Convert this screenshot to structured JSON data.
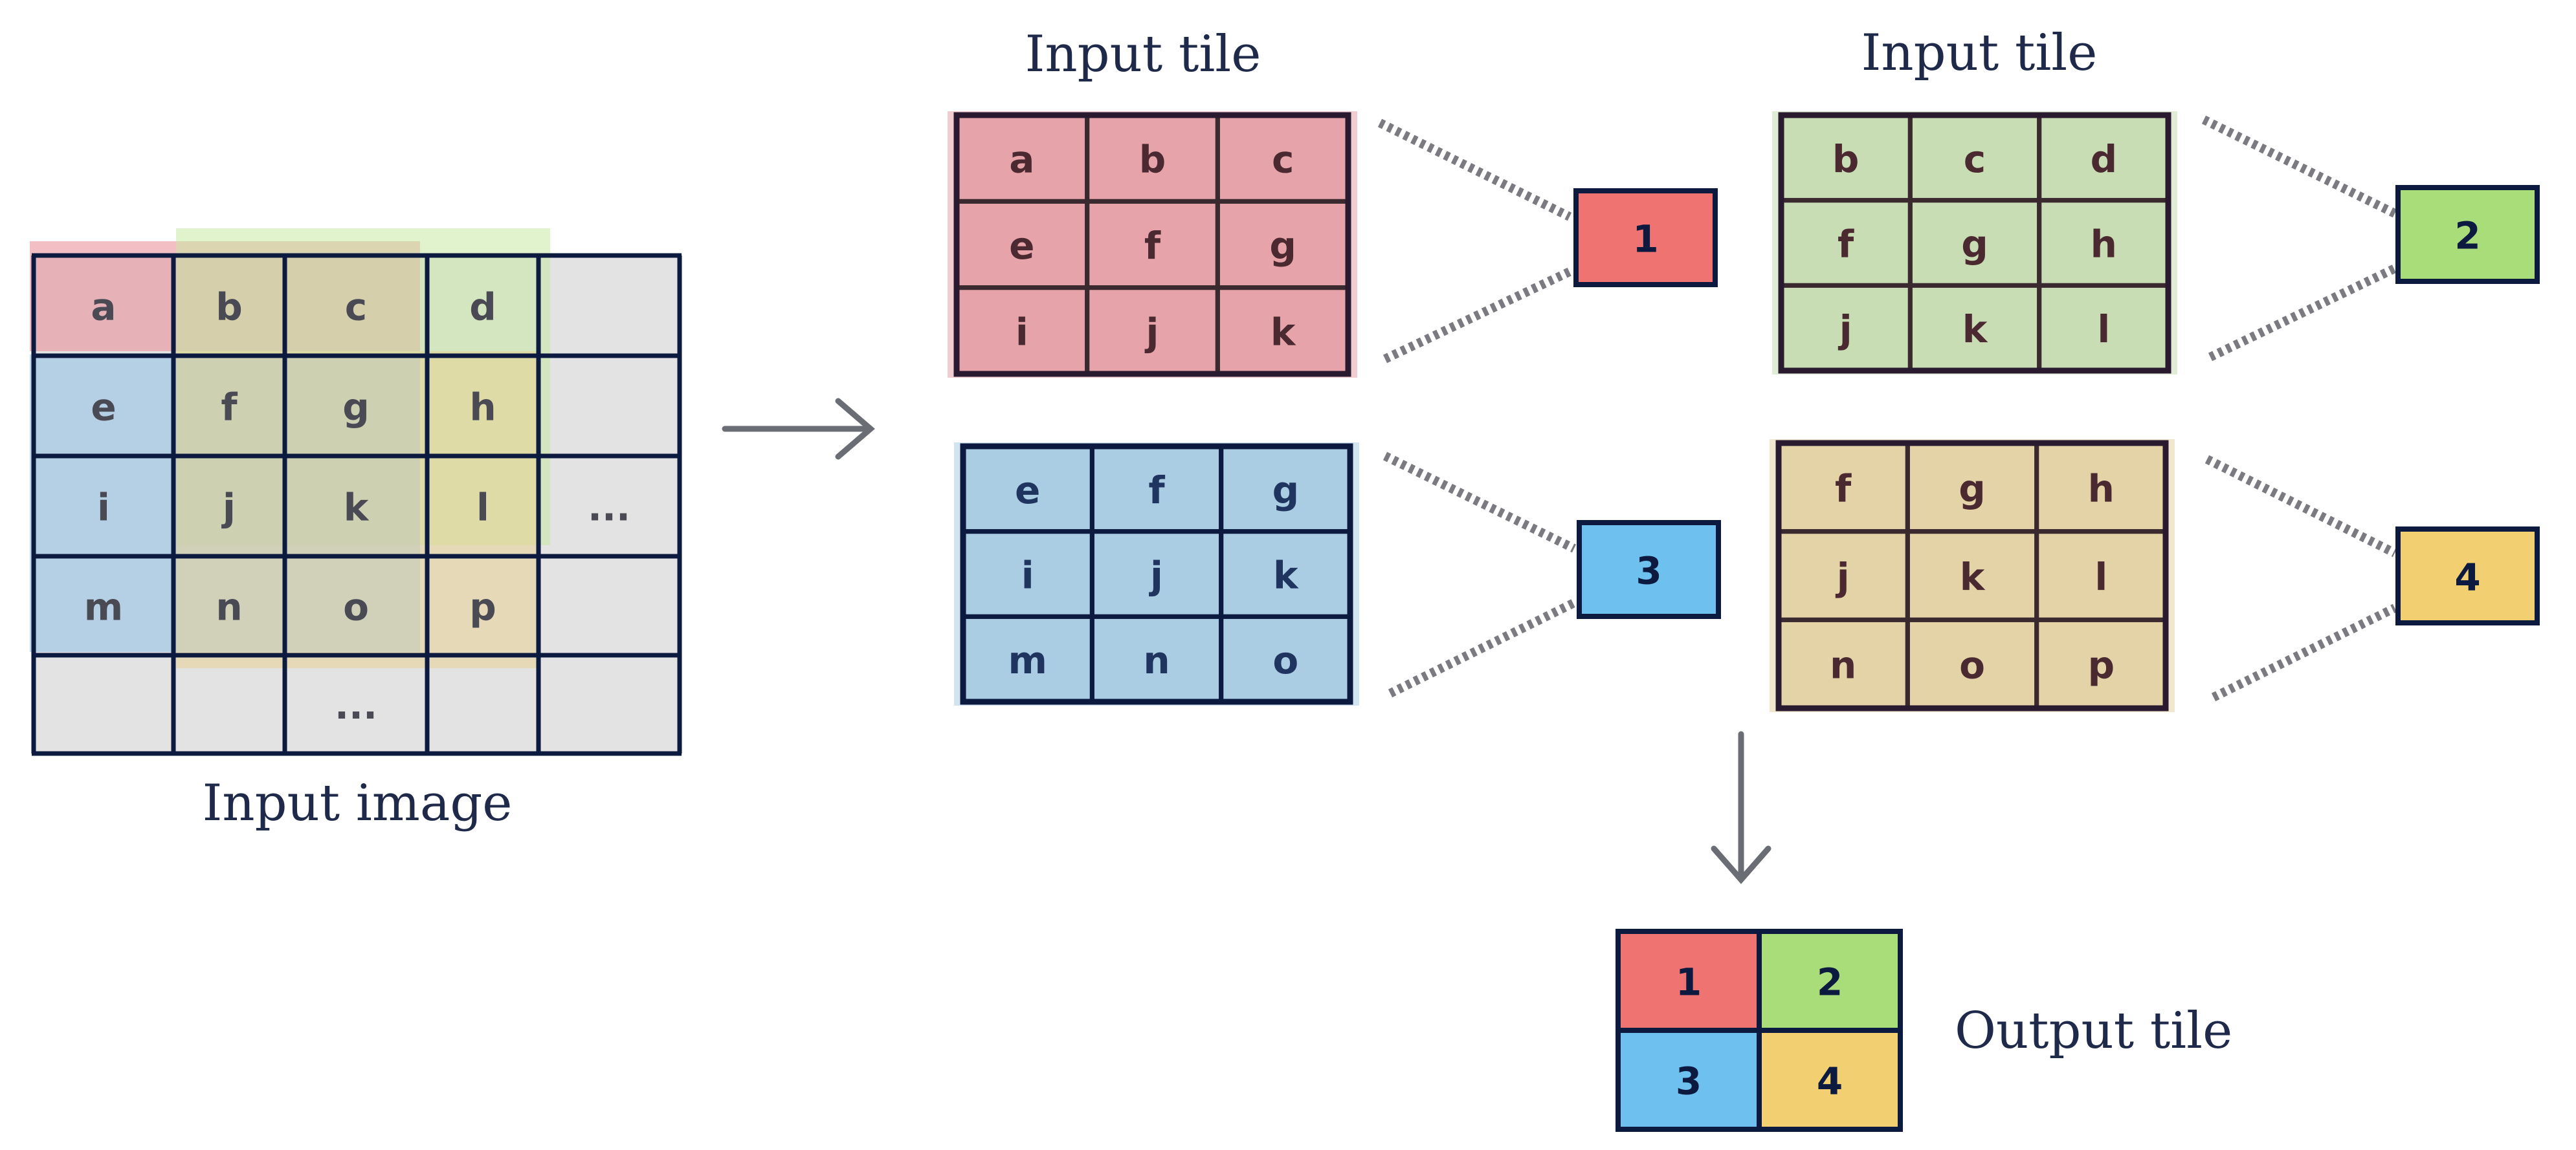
{
  "colors": {
    "navy": "#0d1a3f",
    "gray_cell": "#e3e3e3",
    "red": "#e6a3a9",
    "green": "#c8ddb4",
    "blue": "#abcde3",
    "sand": "#e3d3a6",
    "arrow": "#6b6d75"
  },
  "input_image": {
    "caption": "Input image",
    "rows": [
      [
        "a",
        "b",
        "c",
        "d",
        ""
      ],
      [
        "e",
        "f",
        "g",
        "h",
        ""
      ],
      [
        "i",
        "j",
        "k",
        "l",
        "..."
      ],
      [
        "m",
        "n",
        "o",
        "p",
        ""
      ],
      [
        "",
        "",
        "...",
        "",
        ""
      ]
    ]
  },
  "tiles": [
    {
      "caption": "Input tile",
      "output": "1",
      "color": "red",
      "out_color": "#ef7471",
      "cells": [
        [
          "a",
          "b",
          "c"
        ],
        [
          "e",
          "f",
          "g"
        ],
        [
          "i",
          "j",
          "k"
        ]
      ]
    },
    {
      "caption": "Input tile",
      "output": "2",
      "color": "green",
      "out_color": "#a8dd79",
      "cells": [
        [
          "b",
          "c",
          "d"
        ],
        [
          "f",
          "g",
          "h"
        ],
        [
          "j",
          "k",
          "l"
        ]
      ]
    },
    {
      "caption": "",
      "output": "3",
      "color": "blue",
      "out_color": "#6ec0ef",
      "cells": [
        [
          "e",
          "f",
          "g"
        ],
        [
          "i",
          "j",
          "k"
        ],
        [
          "m",
          "n",
          "o"
        ]
      ]
    },
    {
      "caption": "",
      "output": "4",
      "color": "sand",
      "out_color": "#f2cf70",
      "cells": [
        [
          "f",
          "g",
          "h"
        ],
        [
          "j",
          "k",
          "l"
        ],
        [
          "n",
          "o",
          "p"
        ]
      ]
    }
  ],
  "output_tile": {
    "caption": "Output tile",
    "cells": [
      [
        "1",
        "2"
      ],
      [
        "3",
        "4"
      ]
    ]
  }
}
